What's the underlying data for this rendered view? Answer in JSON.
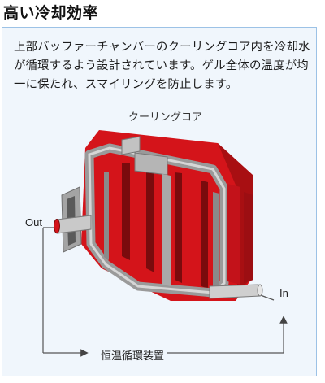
{
  "title": "高い冷却効率",
  "description": "上部バッファーチャンバーのクーリングコア内を冷却水が循環するよう設計されています。ゲル全体の温度が均一に保たれ、スマイリングを防止します。",
  "diagram": {
    "core_label": "クーリングコア",
    "out_label": "Out",
    "in_label": "In",
    "circulator_label": "恒温循環装置"
  }
}
